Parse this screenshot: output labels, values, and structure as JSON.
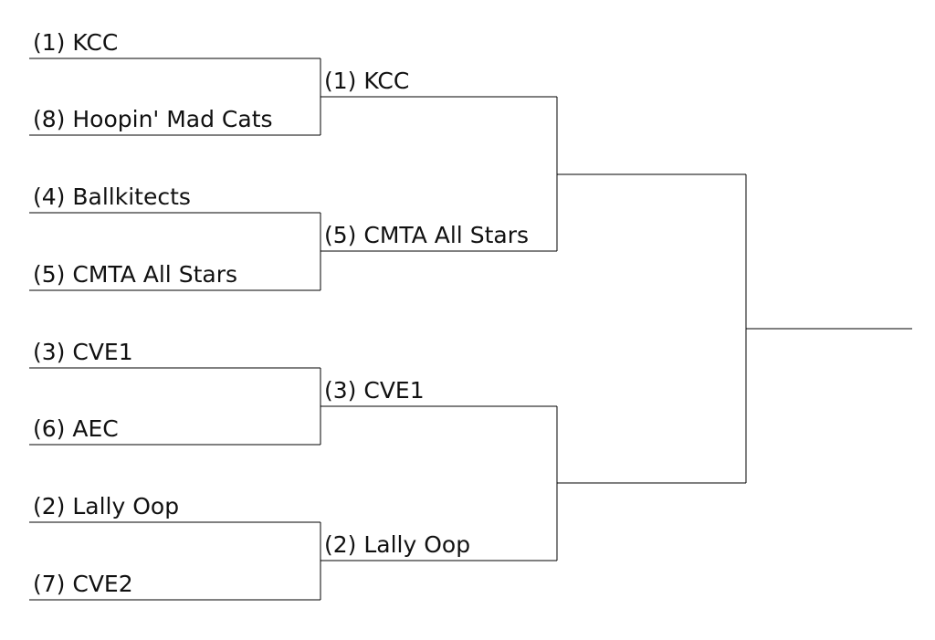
{
  "bracket": {
    "round1": [
      {
        "team_a": "(1) KCC",
        "team_b": "(8) Hoopin' Mad Cats"
      },
      {
        "team_a": "(4) Ballkitects",
        "team_b": "(5) CMTA All Stars"
      },
      {
        "team_a": "(3) CVE1",
        "team_b": "(6) AEC"
      },
      {
        "team_a": "(2) Lally Oop",
        "team_b": "(7) CVE2"
      }
    ],
    "round2": [
      {
        "team_a": "(1) KCC",
        "team_b": "(5) CMTA All Stars"
      },
      {
        "team_a": "(3) CVE1",
        "team_b": "(2) Lally Oop"
      }
    ],
    "round3": [
      {
        "team_a": "",
        "team_b": ""
      }
    ],
    "champion": ""
  }
}
